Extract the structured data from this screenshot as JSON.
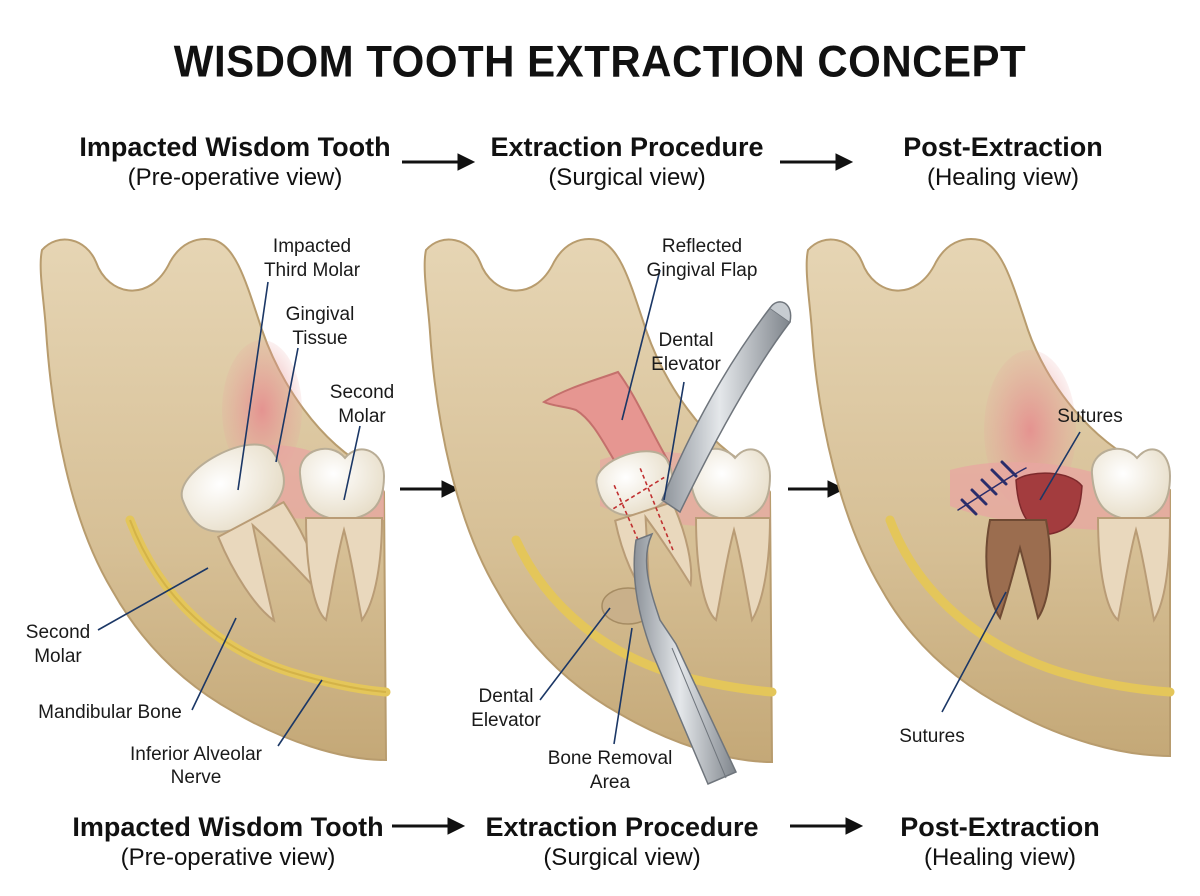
{
  "title": "WISDOM TOOTH EXTRACTION CONCEPT",
  "top_headers": [
    {
      "title": "Impacted Wisdom Tooth",
      "subtitle": "(Pre-operative view)"
    },
    {
      "title": "Extraction Procedure",
      "subtitle": "(Surgical view)"
    },
    {
      "title": "Post-Extraction",
      "subtitle": "(Healing view)"
    }
  ],
  "bottom_headers": [
    {
      "title": "Impacted Wisdom Tooth",
      "subtitle": "(Pre-operative view)"
    },
    {
      "title": "Extraction Procedure",
      "subtitle": "(Surgical view)"
    },
    {
      "title": "Post-Extraction",
      "subtitle": "(Healing view)"
    }
  ],
  "panel1_labels": {
    "impacted_1": "Impacted",
    "impacted_2": "Third Molar",
    "gingival_1": "Gingival",
    "gingival_2": "Tissue",
    "second_molar_r_1": "Second",
    "second_molar_r_2": "Molar",
    "second_molar_l_1": "Second",
    "second_molar_l_2": "Molar",
    "mandibular_bone": "Mandibular Bone",
    "nerve_1": "Inferior Alveolar",
    "nerve_2": "Nerve"
  },
  "panel2_labels": {
    "flap_1": "Reflected",
    "flap_2": "Gingival Flap",
    "elevator_top_1": "Dental",
    "elevator_top_2": "Elevator",
    "elevator_bot_1": "Dental",
    "elevator_bot_2": "Elevator",
    "bone_removal_1": "Bone Removal",
    "bone_removal_2": "Area"
  },
  "panel3_labels": {
    "sutures_top": "Sutures",
    "sutures_bottom": "Sutures"
  },
  "colors": {
    "bone": "#d8c39c",
    "bone_dark": "#b89c6e",
    "gum": "#e9a2a0",
    "tooth": "#f4f0e6",
    "nerve": "#e4c65a",
    "leader": "#1b3766",
    "steel": "#a9aeb4"
  }
}
